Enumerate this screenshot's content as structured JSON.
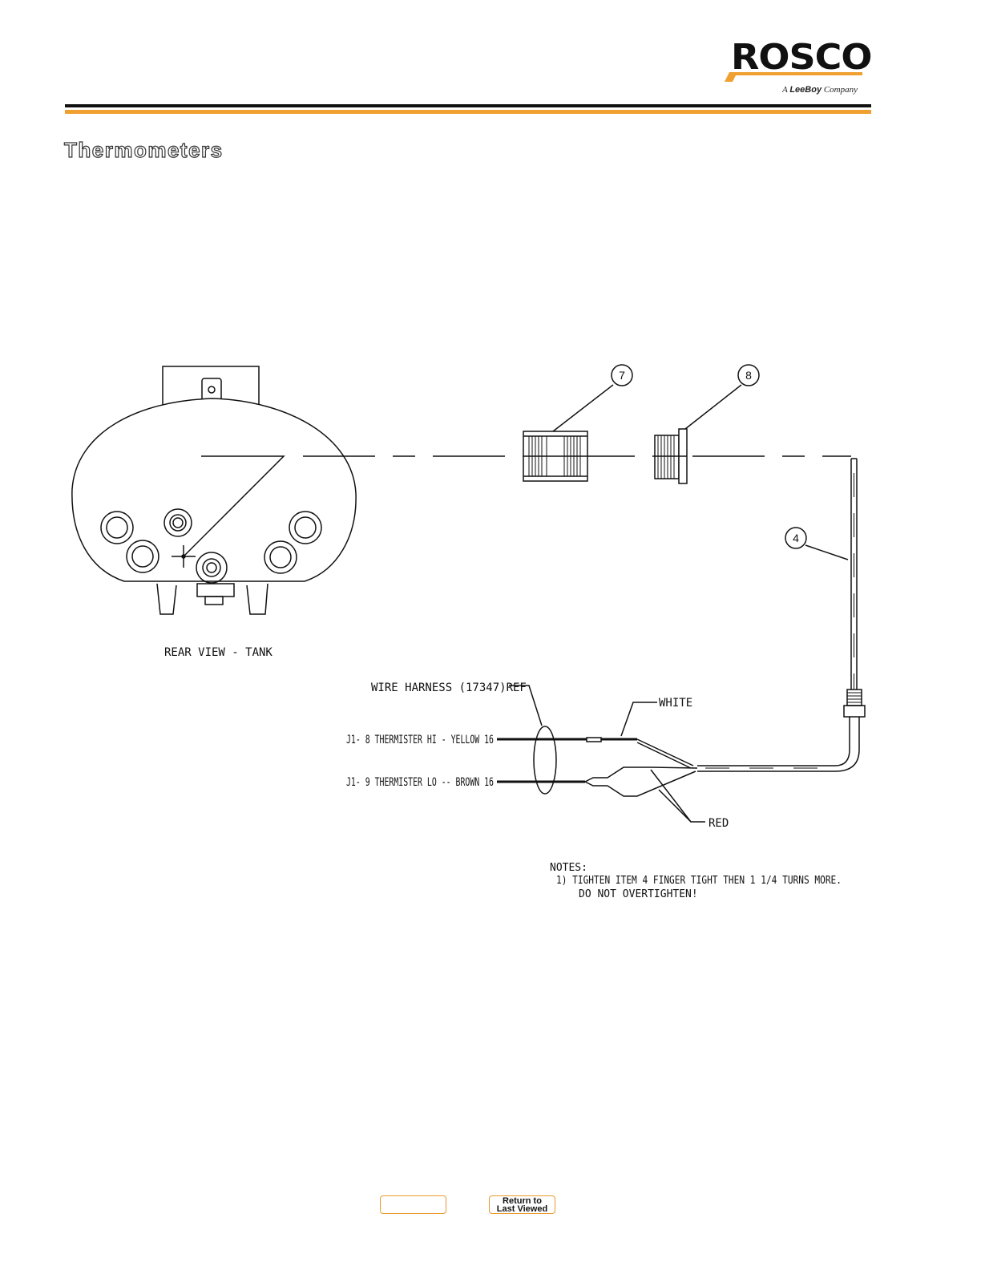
{
  "header": {
    "logo_word": "ROSCO",
    "logo_tagline_prefix": "A",
    "logo_tagline_brand": "LeeBoy",
    "logo_tagline_suffix": "Company",
    "accent_color": "#f0a030"
  },
  "page": {
    "title": "Thermometers"
  },
  "diagram": {
    "view_label": "REAR VIEW - TANK",
    "callouts": [
      "7",
      "8",
      "4"
    ],
    "harness_label": "WIRE HARNESS (17347)REF",
    "wire_white": "WHITE",
    "wire_red": "RED",
    "wire_hi": "J1- 8  THERMISTER HI - YELLOW 16",
    "wire_lo": "J1- 9  THERMISTER LO -- BROWN 16",
    "notes_heading": "NOTES:",
    "notes_line1": "1) TIGHTEN ITEM 4 FINGER TIGHT THEN 1 1/4 TURNS MORE.",
    "notes_line2": "DO NOT OVERTIGHTEN!"
  },
  "nav": {
    "blank_label": "",
    "return_line1": "Return to",
    "return_line2": "Last Viewed"
  }
}
